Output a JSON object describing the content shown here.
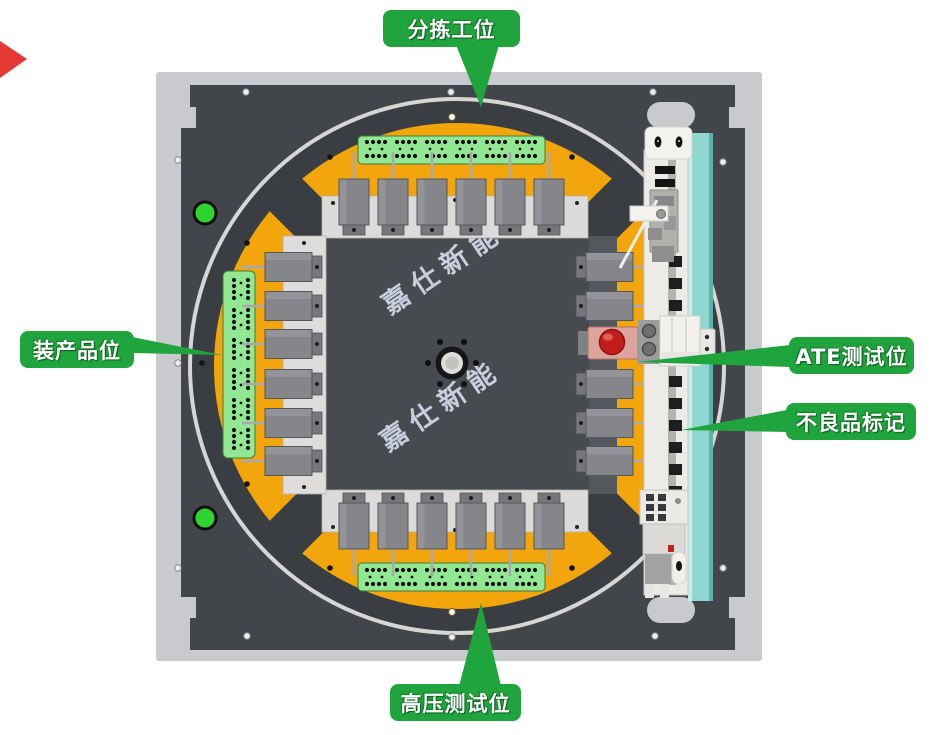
{
  "slide": {
    "nav_arrow_color": "#e53935"
  },
  "callouts": {
    "sorting_station": {
      "label": "分拣工位",
      "position": "top"
    },
    "product_loading_station": {
      "label": "装产品位",
      "position": "left"
    },
    "ate_test_station": {
      "label": "ATE测试位",
      "position": "right"
    },
    "defect_marking": {
      "label": "不良品标记",
      "position": "right"
    },
    "high_voltage_test_station": {
      "label": "高压测试位",
      "position": "bottom"
    }
  },
  "machine": {
    "watermark": {
      "line1": "嘉仕新能",
      "line2": "嘉仕新能"
    },
    "clamp_blocks_per_side": 6
  },
  "colors": {
    "callout_green": "#1fa43e",
    "disc_orange": "#f3a50c",
    "pcb_green": "#92e892",
    "teal_strip": "#8fd8d1",
    "indicator_green": "#2fd32f",
    "alert_red": "#c41d1d",
    "plate_dark": "#42464a",
    "base_gray": "#c9cacd"
  }
}
